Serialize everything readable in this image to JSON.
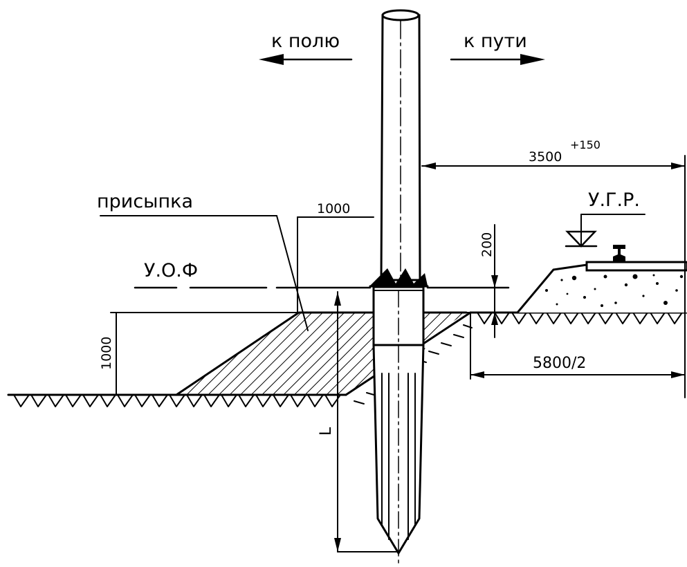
{
  "labels": {
    "to_field": "к полю",
    "to_track": "к пути",
    "backfill": "присыпка",
    "foundation_level": "У.О.Ф",
    "rail_head_level": "У.Г.Р.",
    "dim_3500": "3500",
    "dim_3500_tol": "+150",
    "dim_1000_top": "1000",
    "dim_1000_left": "1000",
    "dim_200": "200",
    "dim_5800": "5800/2",
    "dim_L": "L"
  },
  "colors": {
    "ink": "#000000",
    "paper": "#ffffff"
  }
}
